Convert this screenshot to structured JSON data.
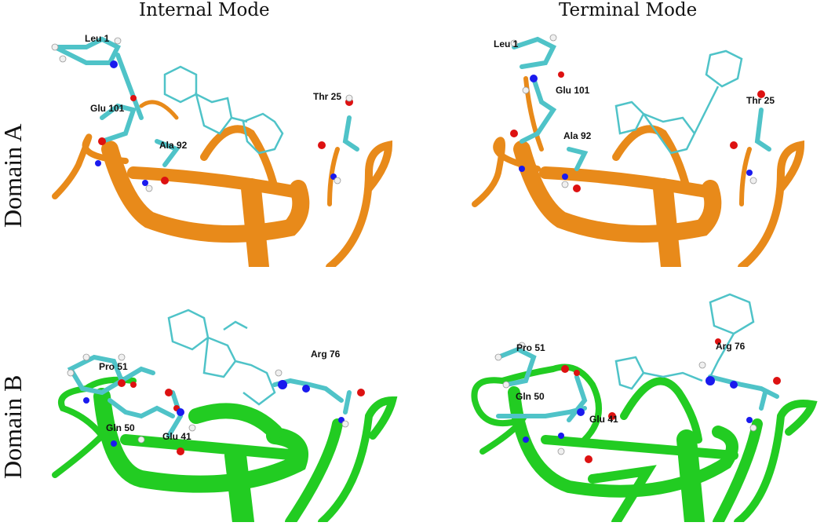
{
  "figure": {
    "columns": [
      {
        "label": "Internal Mode"
      },
      {
        "label": "Terminal Mode"
      }
    ],
    "rows": [
      {
        "label": "Domain A"
      },
      {
        "label": "Domain B"
      }
    ],
    "colors": {
      "domain_a_ribbon": "#e88a1a",
      "domain_b_ribbon": "#22cc22",
      "carbon": "#4fc3c8",
      "oxygen": "#dd1111",
      "nitrogen": "#1a1aee",
      "hydrogen": "#f0f0f0"
    },
    "panels": {
      "a_internal": {
        "residues": [
          "Leu 1",
          "Glu 101",
          "Ala 92",
          "Thr 25"
        ]
      },
      "a_terminal": {
        "residues": [
          "Leu 1",
          "Glu 101",
          "Ala 92",
          "Thr 25"
        ]
      },
      "b_internal": {
        "residues": [
          "Pro 51",
          "Gln 50",
          "Glu 41",
          "Arg 76"
        ]
      },
      "b_terminal": {
        "residues": [
          "Pro 51",
          "Gln 50",
          "Glu 41",
          "Arg 76"
        ]
      }
    }
  }
}
